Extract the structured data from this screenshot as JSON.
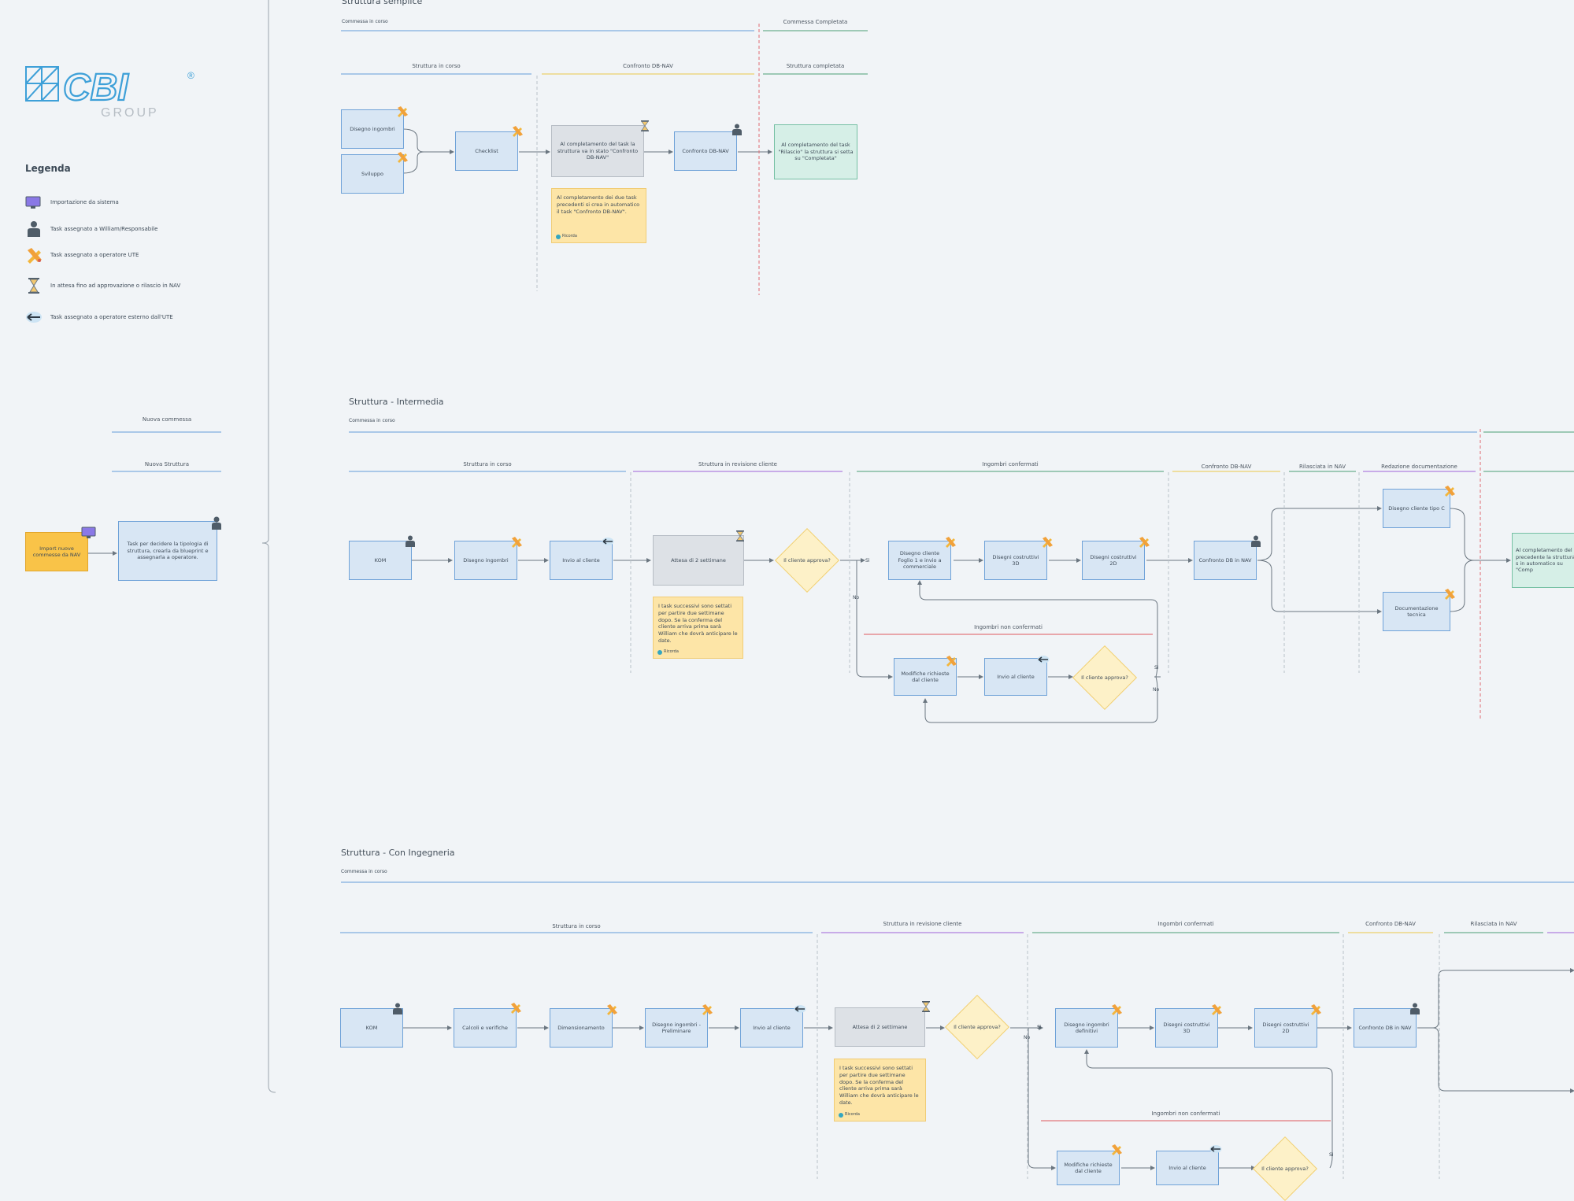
{
  "logo": {
    "brand": "CBI",
    "group": "GROUP"
  },
  "legend": {
    "title": "Legenda",
    "items": [
      {
        "icon": "monitor-icon",
        "label": "Importazione da sistema"
      },
      {
        "icon": "person-icon",
        "label": "Task assegnato a William/Responsabile"
      },
      {
        "icon": "pencil-ruler-icon",
        "label": "Task assegnato a operatore UTE"
      },
      {
        "icon": "hourglass-icon",
        "label": "In attesa fino ad approvazione o rilascio in NAV"
      },
      {
        "icon": "arrow-left-icon",
        "label": "Task assegnato a operatore esterno dall'UTE"
      }
    ]
  },
  "start": {
    "lane1": "Nuova commessa",
    "lane2": "Nuova Struttura",
    "import_node": "Import nuove commesse da NAV",
    "task_node": "Task per decidere la tipologia di struttura, crearla da blueprint e assegnarla a operatore."
  },
  "simple": {
    "title": "Struttura semplice",
    "phase1": "Commessa in corso",
    "phase2": "Commessa Completata",
    "lanes": [
      "Struttura in corso",
      "Confronto DB-NAV",
      "Struttura completata"
    ],
    "nodes": {
      "ingombri": "Disegno ingombri",
      "sviluppo": "Sviluppo",
      "checklist": "Checklist",
      "attesa": "Al completamento del task la struttura va in stato \"Confronto DB-NAV\"",
      "confronto": "Confronto DB-NAV",
      "completa": "Al completamento del task \"Rilascio\" la struttura si setta su \"Completata\""
    },
    "note": "Al completamento dei due task precedenti si crea in automatico il task \"Confronto DB-NAV\".",
    "reminder": "Ricorda"
  },
  "intermedia": {
    "title": "Struttura - Intermedia",
    "phase1": "Commessa in corso",
    "lanes": [
      "Struttura in corso",
      "Struttura in revisione cliente",
      "Ingombri confermati",
      "Confronto DB-NAV",
      "Rilasciata in NAV",
      "Redazione documentazione"
    ],
    "sublane": "Ingombri non confermati",
    "nodes": {
      "kom": "KOM",
      "ingombri": "Disegno ingombri",
      "invio": "Invio al cliente",
      "attesa": "Attesa di 2 settimane",
      "decision": "Il cliente approva?",
      "foglio": "Disegno cliente Foglio 1 e invio a commerciale",
      "d3d": "Disegni costruttivi 3D",
      "d2d": "Disegni costruttivi 2D",
      "confronto": "Confronto DB in NAV",
      "tipoc": "Disegno cliente tipo C",
      "doc": "Documentazione tecnica",
      "modifiche": "Modifiche richieste dal cliente",
      "invio2": "Invio al cliente",
      "decision2": "Il cliente approva?",
      "completa": "Al completamento del precedente la struttura s in automatico su \"Comp"
    },
    "note": "I task successivi sono settati per partire due settimane dopo. Se la conferma del cliente arriva prima sarà William che dovrà anticipare le date.",
    "reminder": "Ricorda",
    "yes": "Sì",
    "no": "No"
  },
  "ingegneria": {
    "title": "Struttura - Con Ingegneria",
    "phase1": "Commessa in corso",
    "lanes": [
      "Struttura in corso",
      "Struttura in revisione cliente",
      "Ingombri confermati",
      "Confronto DB-NAV",
      "Rilasciata in NAV"
    ],
    "sublane": "Ingombri non confermati",
    "nodes": {
      "kom": "KOM",
      "calcoli": "Calcoli e verifiche",
      "dimens": "Dimensionamento",
      "prelim": "Disegno ingombri - Preliminare",
      "invio": "Invio al cliente",
      "attesa": "Attesa di 2 settimane",
      "decision": "Il cliente approva?",
      "definitivi": "Disegno ingombri definitivi",
      "d3d": "Disegni costruttivi 3D",
      "d2d": "Disegni costruttivi 2D",
      "confronto": "Confronto DB in NAV",
      "modifiche": "Modifiche richieste dal cliente",
      "invio2": "Invio al cliente",
      "decision2": "Il cliente approva?"
    },
    "note": "I task successivi sono settati per partire due settimane dopo. Se la conferma del cliente arriva prima sarà William che dovrà anticipare le date.",
    "reminder": "Ricorda",
    "yes": "Sì",
    "no": "No"
  }
}
